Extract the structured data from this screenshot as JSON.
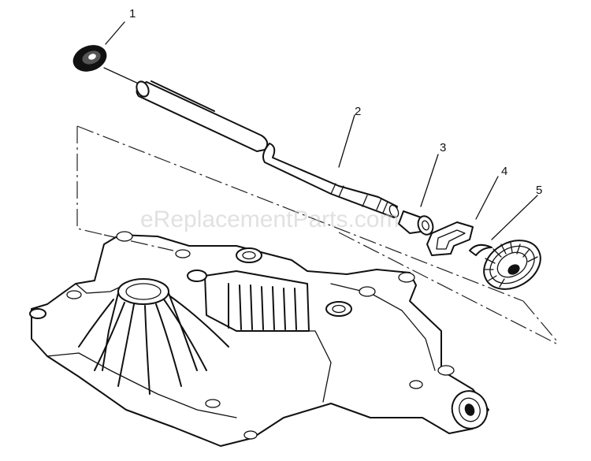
{
  "diagram": {
    "watermark": "eReplacementParts.com",
    "callouts": [
      {
        "id": "1",
        "label": "1"
      },
      {
        "id": "2",
        "label": "2"
      },
      {
        "id": "3",
        "label": "3"
      },
      {
        "id": "4",
        "label": "4"
      },
      {
        "id": "5",
        "label": "5"
      }
    ],
    "ink_color": "#111111",
    "background": "#ffffff"
  }
}
